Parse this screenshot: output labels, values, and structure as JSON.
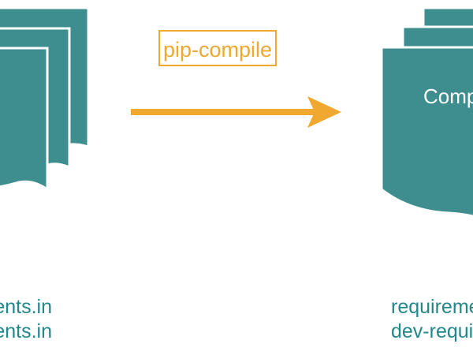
{
  "diagram": {
    "step": {
      "label": "pip-compile"
    },
    "source_files": {
      "lines": [
        "requirements.in",
        "dev-requirements.in"
      ]
    },
    "compiled_files": {
      "label": "Compiled",
      "lines": [
        "requirements.txt",
        "dev-requirements.txt"
      ]
    },
    "colors": {
      "document_fill": "#3e8e90",
      "arrow": "#f0a830",
      "label_text": "#21878a",
      "document_text": "#ffffff",
      "step_text": "#f0a830"
    }
  }
}
